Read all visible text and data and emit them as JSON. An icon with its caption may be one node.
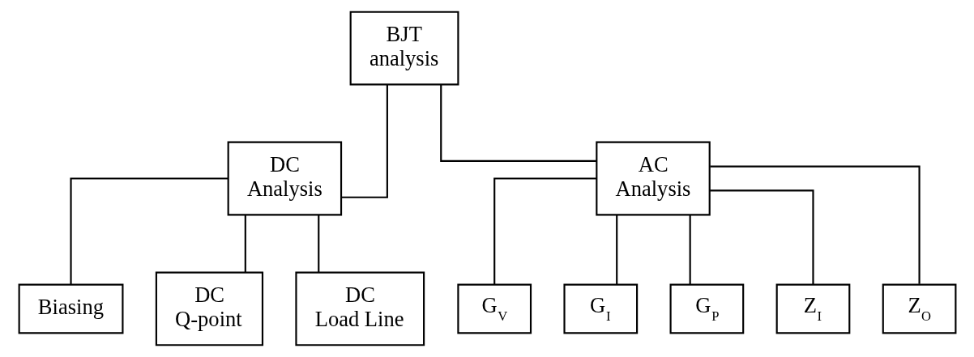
{
  "diagram": {
    "nodes": [
      {
        "text": [
          "BJT analysis"
        ]
      },
      {
        "text": [
          "DC Analysis"
        ]
      },
      {
        "text": [
          "AC Analysis"
        ]
      },
      {
        "text": [
          "Biasing"
        ]
      },
      {
        "text": [
          "DC Q-point"
        ]
      },
      {
        "text": [
          "DC Load Line"
        ]
      },
      {
        "text": [
          "G$_{V}$"
        ]
      },
      {
        "text": [
          "G$_{I}$"
        ]
      },
      {
        "text": [
          "G$_{P}$"
        ]
      },
      {
        "text": [
          "Z$_{I}$"
        ]
      },
      {
        "text": [
          "Z$_{O}$"
        ]
      }
    ],
    "edges": [
      {
        "from": 0,
        "to": 1,
        "arrow": "none"
      },
      {
        "from": 0,
        "to": 2,
        "arrow": "none"
      },
      {
        "from": 1,
        "to": 3,
        "arrow": "none"
      },
      {
        "from": 1,
        "to": 4,
        "arrow": "none"
      },
      {
        "from": 1,
        "to": 5,
        "arrow": "none"
      },
      {
        "from": 2,
        "to": 6,
        "arrow": "none"
      },
      {
        "from": 2,
        "to": 7,
        "arrow": "none"
      },
      {
        "from": 2,
        "to": 8,
        "arrow": "none"
      },
      {
        "from": 2,
        "to": 9,
        "arrow": "none"
      },
      {
        "from": 2,
        "to": 10,
        "arrow": "none"
      }
    ]
  }
}
